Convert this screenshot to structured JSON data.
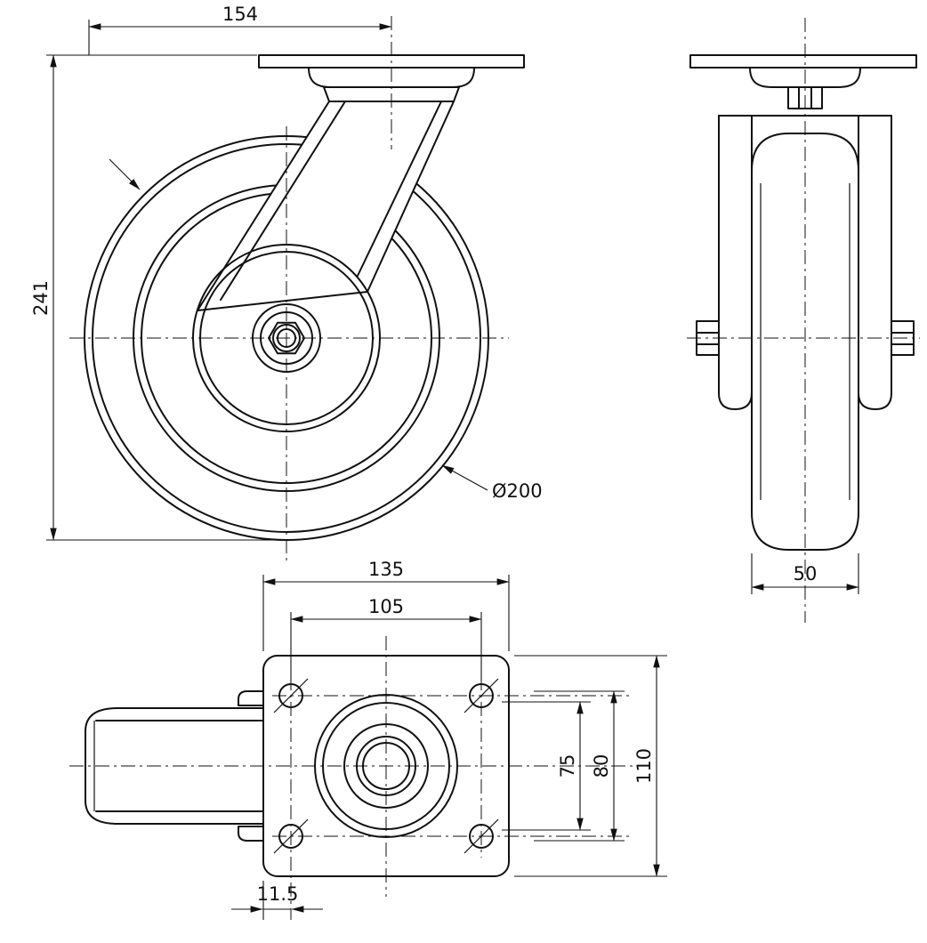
{
  "colors": {
    "background": "#ffffff",
    "line": "#111111"
  },
  "dims": {
    "front_offset": "154",
    "front_height": "241",
    "front_wheel_dia": "Ø200",
    "side_wheel_width": "50",
    "top_plate_len": "135",
    "top_bolt_len": "105",
    "top_bolt_w1": "75",
    "top_bolt_w2": "80",
    "top_plate_w": "110",
    "top_edge_offset": "11.5"
  }
}
